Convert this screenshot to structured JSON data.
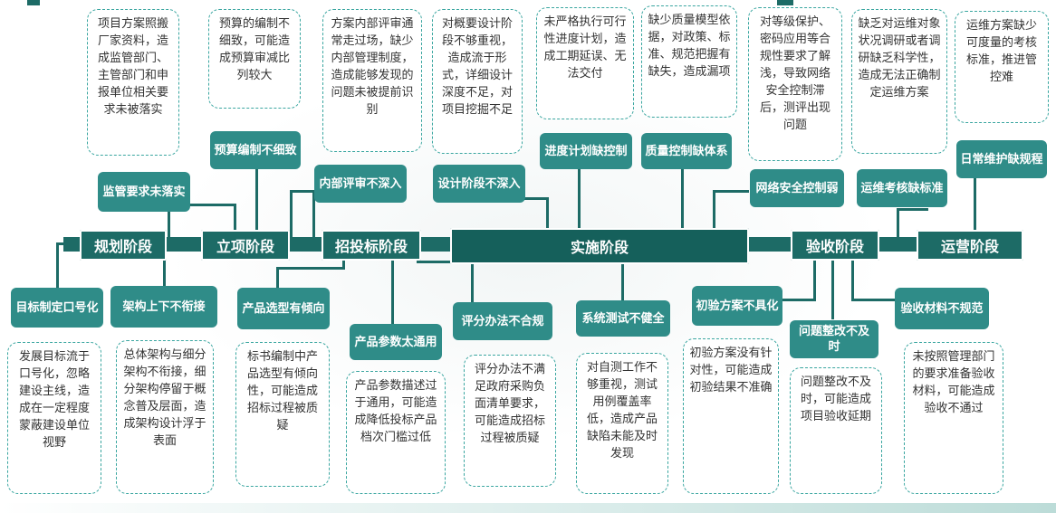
{
  "phases": {
    "planning": "规划阶段",
    "initiation": "立项阶段",
    "bidding": "招投标阶段",
    "implementation": "实施阶段",
    "acceptance": "验收阶段",
    "operation": "运营阶段"
  },
  "issues": {
    "top": [
      {
        "title": "监管要求未落实",
        "desc": "项目方案照搬厂家资料，造成监管部门、主管部门和申报单位相关要求未被落实"
      },
      {
        "title": "预算编制不细致",
        "desc": "预算的编制不细致，可能造成预算审减比列较大"
      },
      {
        "title": "内部评审不深入",
        "desc": "方案内部评审通常走过场，缺少内部管理制度，造成能够发现的问题未被提前识别"
      },
      {
        "title": "设计阶段不深入",
        "desc": "对概要设计阶段不够重视，造成流于形式，详细设计深度不足，对项目挖掘不足"
      },
      {
        "title": "进度计划缺控制",
        "desc": "未严格执行可行性进度计划，造成工期延误、无法交付"
      },
      {
        "title": "质量控制缺体系",
        "desc": "缺少质量模型依据，对政策、标准、规范把握有缺失，造成漏项"
      },
      {
        "title": "网络安全控制弱",
        "desc": "对等级保护、密码应用等合规性要求了解浅，导致网络安全控制滞后，测评出现问题"
      },
      {
        "title": "运维考核缺标准",
        "desc": "缺乏对运维对象状况调研或者调研缺乏科学性，造成无法正确制定运维方案"
      },
      {
        "title": "日常维护缺规程",
        "desc": "运维方案缺少可度量的考核标准，推进管控难"
      }
    ],
    "bottom": [
      {
        "title": "目标制定口号化",
        "desc": "发展目标流于口号化，忽略建设主线，造成在一定程度蒙蔽建设单位视野"
      },
      {
        "title": "架构上下不衔接",
        "desc": "总体架构与细分架构不衔接，细分架构停留于概念普及层面，造成架构设计浮于表面"
      },
      {
        "title": "产品选型有倾向",
        "desc": "标书编制中产品选型有倾向性，可能造成招标过程被质疑"
      },
      {
        "title": "产品参数太通用",
        "desc": "产品参数描述过于通用，可能造成降低投标产品档次门槛过低"
      },
      {
        "title": "评分办法不合规",
        "desc": "评分办法不满足政府采购负面清单要求，可能造成招标过程被质疑"
      },
      {
        "title": "系统测试不健全",
        "desc": "对自测工作不够重视，测试用例覆盖率低，造成产品缺陷未能及时发现"
      },
      {
        "title": "初验方案不具化",
        "desc": "初验方案没有针对性，可能造成初验结果不准确"
      },
      {
        "title": "问题整改不及时",
        "desc": "问题整改不及时，可能造成项目验收延期"
      },
      {
        "title": "验收材料不规范",
        "desc": "未按照管理部门的要求准备验收材料，可能造成验收不通过"
      }
    ]
  }
}
